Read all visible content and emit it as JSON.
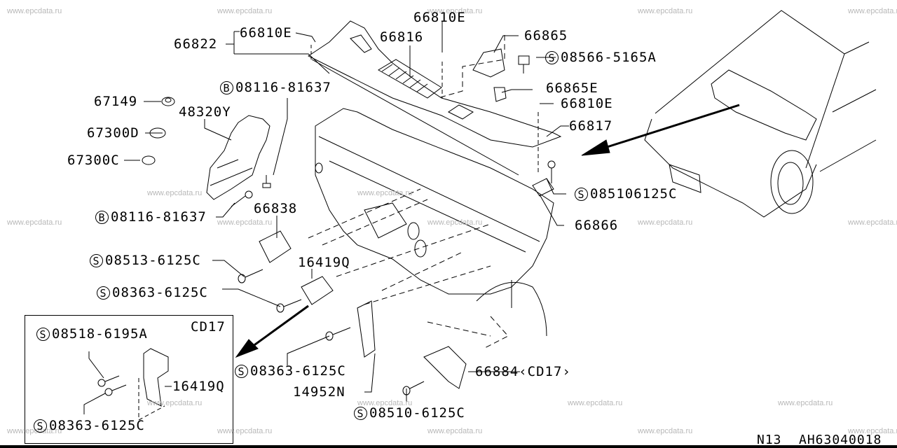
{
  "diagram": {
    "title_code": "N13",
    "figure_id": "AH63040018",
    "watermark": "www.epcdata.ru",
    "symbols": {
      "S": "S",
      "B": "B"
    },
    "parts": [
      {
        "id": "p66822",
        "number": "66822"
      },
      {
        "id": "p66810E_a",
        "number": "66810E"
      },
      {
        "id": "p66810E_b",
        "number": "66810E"
      },
      {
        "id": "p66816",
        "number": "66816"
      },
      {
        "id": "p66865",
        "number": "66865"
      },
      {
        "id": "p08566",
        "number": "08566-5165A",
        "symbol": "S"
      },
      {
        "id": "p66865E",
        "number": "66865E"
      },
      {
        "id": "p66810E_c",
        "number": "66810E"
      },
      {
        "id": "p66817",
        "number": "66817"
      },
      {
        "id": "p085106125C",
        "number": "085106125C",
        "symbol": "S"
      },
      {
        "id": "p66866",
        "number": "66866"
      },
      {
        "id": "p67149",
        "number": "67149"
      },
      {
        "id": "p08116_a",
        "number": "08116-81637",
        "symbol": "B"
      },
      {
        "id": "p48320Y",
        "number": "48320Y"
      },
      {
        "id": "p67300D",
        "number": "67300D"
      },
      {
        "id": "p67300C",
        "number": "67300C"
      },
      {
        "id": "p08116_b",
        "number": "08116-81637",
        "symbol": "B"
      },
      {
        "id": "p66838",
        "number": "66838"
      },
      {
        "id": "p08513",
        "number": "08513-6125C",
        "symbol": "S"
      },
      {
        "id": "p16419Q_a",
        "number": "16419Q"
      },
      {
        "id": "p08363_a",
        "number": "08363-6125C",
        "symbol": "S"
      },
      {
        "id": "p08363_b",
        "number": "08363-6125C",
        "symbol": "S"
      },
      {
        "id": "p14952N",
        "number": "14952N"
      },
      {
        "id": "p66884",
        "number": "66884‹CD17›"
      },
      {
        "id": "p08510",
        "number": "08510-6125C",
        "symbol": "S"
      }
    ],
    "inset": {
      "title": "CD17",
      "parts": [
        {
          "id": "i08518",
          "number": "08518-6195A",
          "symbol": "S"
        },
        {
          "id": "i16419Q",
          "number": "16419Q"
        },
        {
          "id": "i08363",
          "number": "08363-6125C",
          "symbol": "S"
        }
      ]
    }
  }
}
